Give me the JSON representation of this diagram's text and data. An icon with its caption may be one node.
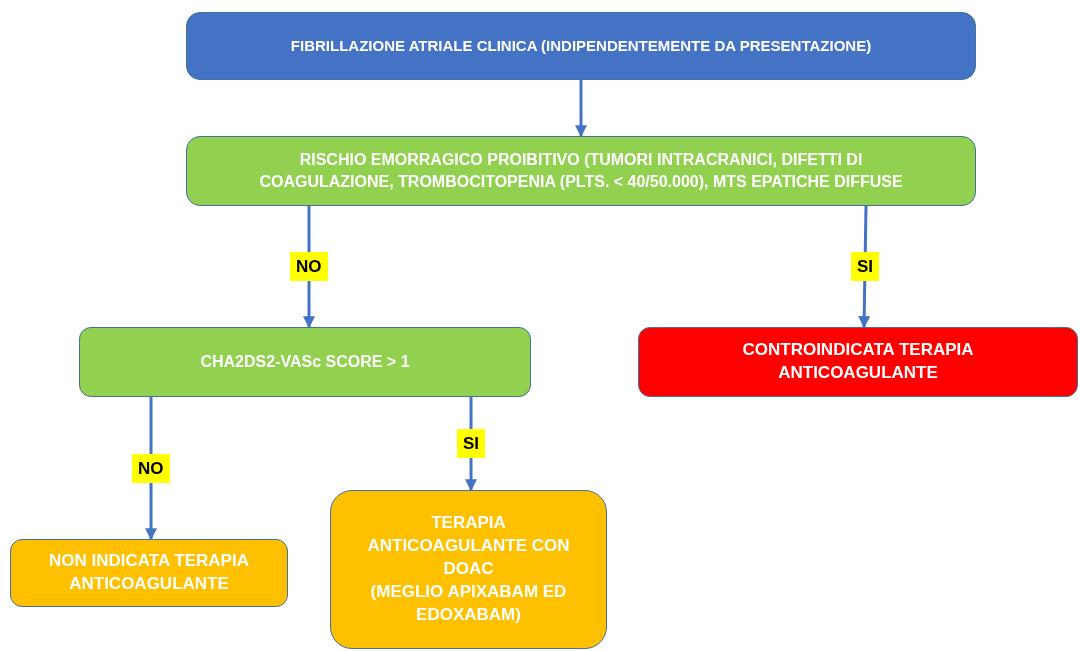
{
  "diagram": {
    "nodes": [
      {
        "text": [
          "FIBRILLAZIONE ATRIALE CLINICA (INDIPENDENTEMENTE DA PRESENTAZIONE)"
        ]
      },
      {
        "text": [
          "RISCHIO EMORRAGICO PROIBITIVO (TUMORI INTRACRANICI, DIFETTI DI COAGULAZIONE, TROMBOCITOPENIA (PLTS. < 40/50.000), MTS EPATICHE DIFFUSE"
        ]
      },
      {
        "text": [
          "CHA2DS2-VASc SCORE > 1"
        ]
      },
      {
        "text": [
          "CONTROINDICATA TERAPIA ANTICOAGULANTE"
        ]
      },
      {
        "text": [
          "NON INDICATA TERAPIA ANTICOAGULANTE"
        ]
      },
      {
        "text": [
          "TERAPIA ANTICOAGULANTE CON DOAC",
          "(MEGLIO APIXABAM ED EDOXABAM)"
        ]
      }
    ],
    "edges": [
      {
        "from": 0,
        "to": 1,
        "arrow": "to"
      },
      {
        "from": 1,
        "to": 2,
        "arrow": "to",
        "label": "NO"
      },
      {
        "from": 1,
        "to": 3,
        "arrow": "to",
        "label": "SI"
      },
      {
        "from": 2,
        "to": 4,
        "arrow": "to",
        "label": "NO"
      },
      {
        "from": 2,
        "to": 5,
        "arrow": "to",
        "label": "SI"
      }
    ]
  }
}
